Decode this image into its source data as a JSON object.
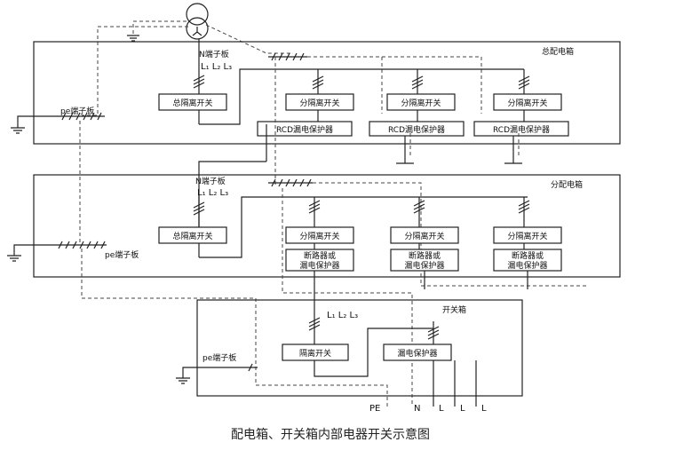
{
  "main_box": {
    "title": "总配电箱",
    "n_terminal": "N端子板",
    "l_labels": "L₁ L₂ L₃",
    "main_switch": "总隔离开关",
    "branch_switch": "分隔离开关",
    "rcd": "RCD漏电保护器",
    "pe_terminal": "pe端子板"
  },
  "dist_box": {
    "title": "分配电箱",
    "n_terminal": "N端子板",
    "l_labels": "L₁ L₂ L₃",
    "main_switch": "总隔离开关",
    "branch_switch": "分隔离开关",
    "breaker_line1": "断路器或",
    "breaker_line2": "漏电保护器",
    "pe_terminal": "pe端子板"
  },
  "switch_box": {
    "title": "开关箱",
    "l_labels": "L₁ L₂ L₃",
    "isolating_switch": "隔离开关",
    "leakage_protector": "漏电保护器",
    "pe_terminal": "pe端子板",
    "out_pe": "PE",
    "out_n": "N",
    "out_l": "L"
  },
  "caption": "配电箱、开关箱内部电器开关示意图"
}
